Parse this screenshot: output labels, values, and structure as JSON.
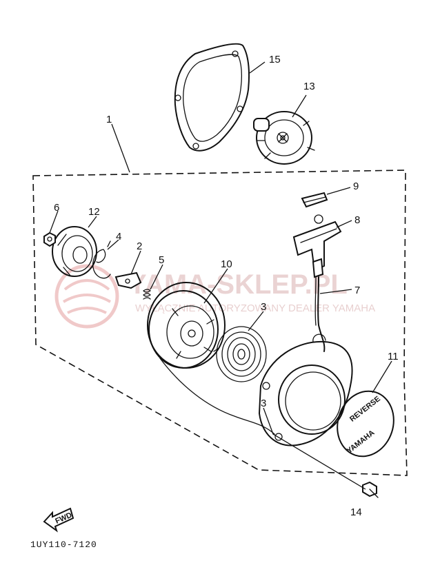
{
  "watermark": {
    "brand": "YAMA-SKLEP.PL",
    "tagline": "WYŁĄCZNIE AUTORYZOWANY DEALER YAMAHA"
  },
  "callouts": {
    "p1": "1",
    "p2": "2",
    "p3a": "3",
    "p3b": "3",
    "p4": "4",
    "p5": "5",
    "p6": "6",
    "p7": "7",
    "p8": "8",
    "p9": "9",
    "p10": "10",
    "p11": "11",
    "p12": "12",
    "p13": "13",
    "p14": "14",
    "p15": "15"
  },
  "emblem": {
    "top": "REVERSE",
    "bottom": "YAMAHA"
  },
  "fwd_badge": "FWD",
  "diagram_code": "1UY110-7120",
  "colors": {
    "ink": "#111111",
    "watermark": "#d9b0b0"
  }
}
